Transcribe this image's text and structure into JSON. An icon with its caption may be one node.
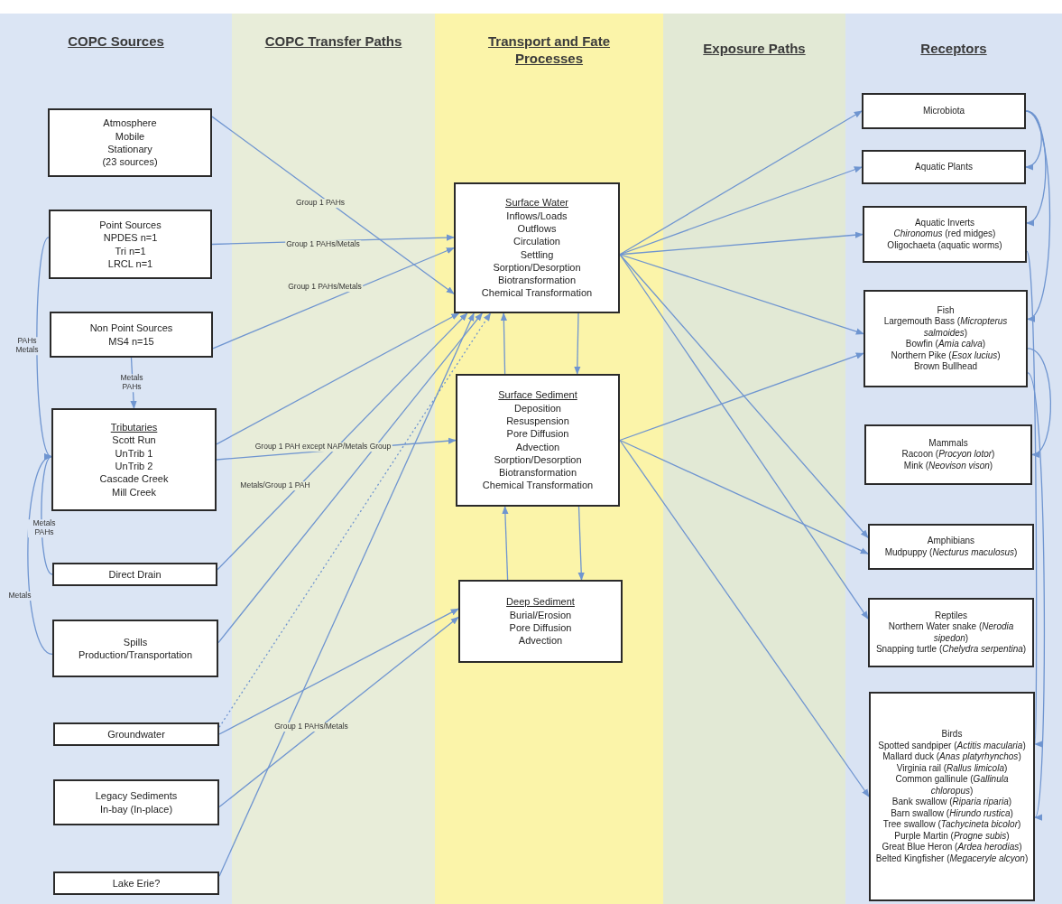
{
  "diagram": {
    "nodes": [
      {
        "text": [
          "Atmosphere",
          "Mobile",
          "Stationary",
          "(23 sources)"
        ]
      },
      {
        "text": [
          "Point Sources",
          "NPDES n=1",
          "Tri n=1",
          "LRCL n=1"
        ]
      },
      {
        "text": [
          "Non Point Sources",
          "MS4 n=15"
        ]
      },
      {
        "text": [
          "Tributaries",
          "Scott Run",
          "UnTrib 1",
          "UnTrib 2",
          "Cascade Creek",
          "Mill Creek"
        ]
      },
      {
        "text": [
          "Direct Drain"
        ]
      },
      {
        "text": [
          "Spills",
          "Production/Transportation"
        ]
      },
      {
        "text": [
          "Groundwater"
        ]
      },
      {
        "text": [
          "Legacy Sediments",
          "In-bay (In-place)"
        ]
      },
      {
        "text": [
          "Lake Erie?"
        ]
      },
      {
        "text": [
          "Surface Water",
          "Inflows/Loads",
          "Outflows",
          "Circulation",
          "Settling",
          "Sorption/Desorption",
          "Biotransformation",
          "Chemical Transformation"
        ]
      },
      {
        "text": [
          "Surface Sediment",
          "Deposition",
          "Resuspension",
          "Pore Diffusion",
          "Advection",
          "Sorption/Desorption",
          "Biotransformation",
          "Chemical Transformation"
        ]
      },
      {
        "text": [
          "Deep Sediment",
          "Burial/Erosion",
          "Pore Diffusion",
          "Advection"
        ]
      },
      {
        "text": [
          "Microbiota"
        ]
      },
      {
        "text": [
          "Aquatic Plants"
        ]
      },
      {
        "text": [
          "Aquatic Inverts",
          "*Chironomus* (red midges)",
          "Oligochaeta (aquatic worms)"
        ]
      },
      {
        "text": [
          "Fish",
          "Largemouth Bass (*Micropterus salmoides*)",
          "Bowfin (*Amia calva*)",
          "Northern Pike (*Esox lucius*)",
          "Brown Bullhead"
        ]
      },
      {
        "text": [
          "Mammals",
          "Racoon (*Procyon lotor*)",
          "Mink (*Neovison vison*)"
        ]
      },
      {
        "text": [
          "Amphibians",
          "Mudpuppy (*Necturus maculosus*)"
        ]
      },
      {
        "text": [
          "Reptiles",
          "Northern Water snake (*Nerodia sipedon*)",
          "Snapping turtle (*Chelydra serpentina*)"
        ]
      },
      {
        "text": [
          "Birds",
          "Spotted sandpiper (*Actitis macularia*)",
          "Mallard duck (*Anas platyrhynchos*)",
          "Virginia rail (*Rallus limicola*)",
          "Common gallinule (*Gallinula chloropus*)",
          "Bank swallow (*Riparia riparia*)",
          "Barn swallow (*Hirundo rustica*)",
          "Tree swallow (*Tachycineta bicolor*)",
          "Purple Martin (*Progne subis*)",
          "Great Blue Heron (*Ardea herodias*)",
          "Belted Kingfisher (*Megaceryle alcyon*)"
        ]
      }
    ],
    "edges": [
      {
        "from": 0,
        "to": 9,
        "arrow": "to",
        "label": "Group 1 PAHs"
      },
      {
        "from": 1,
        "to": 9,
        "arrow": "to",
        "label": "Group 1 PAHs/Metals"
      },
      {
        "from": 2,
        "to": 9,
        "arrow": "to",
        "label": "Group 1 PAHs/Metals"
      },
      {
        "from": 2,
        "to": 3,
        "arrow": "to",
        "label": "Metals PAHs"
      },
      {
        "from": 1,
        "to": 3,
        "arrow": "to",
        "label": "PAHs Metals"
      },
      {
        "from": 4,
        "to": 3,
        "arrow": "to",
        "label": "Metals PAHs"
      },
      {
        "from": 5,
        "to": 3,
        "arrow": "to",
        "label": "Metals"
      },
      {
        "from": 3,
        "to": 9,
        "arrow": "to"
      },
      {
        "from": 3,
        "to": 10,
        "arrow": "to",
        "label": "Group 1 PAH except NAP/Metals Group"
      },
      {
        "from": 4,
        "to": 9,
        "arrow": "to",
        "label": "Metals/Group 1 PAH"
      },
      {
        "from": 5,
        "to": 9,
        "arrow": "to"
      },
      {
        "from": 6,
        "to": 9,
        "arrow": "to",
        "style": "dashed"
      },
      {
        "from": 6,
        "to": 11,
        "arrow": "to"
      },
      {
        "from": 7,
        "to": 11,
        "arrow": "to",
        "label": "Group 1 PAHs/Metals"
      },
      {
        "from": 8,
        "to": 9,
        "arrow": "to"
      },
      {
        "from": 9,
        "to": 10,
        "arrow": "to"
      },
      {
        "from": 10,
        "to": 9,
        "arrow": "to"
      },
      {
        "from": 10,
        "to": 11,
        "arrow": "to"
      },
      {
        "from": 11,
        "to": 10,
        "arrow": "to"
      },
      {
        "from": 9,
        "to": 12,
        "arrow": "to"
      },
      {
        "from": 9,
        "to": 13,
        "arrow": "to"
      },
      {
        "from": 9,
        "to": 14,
        "arrow": "to"
      },
      {
        "from": 9,
        "to": 15,
        "arrow": "to"
      },
      {
        "from": 9,
        "to": 17,
        "arrow": "to"
      },
      {
        "from": 9,
        "to": 18,
        "arrow": "to"
      },
      {
        "from": 10,
        "to": 15,
        "arrow": "to"
      },
      {
        "from": 10,
        "to": 17,
        "arrow": "to"
      },
      {
        "from": 10,
        "to": 19,
        "arrow": "to"
      },
      {
        "from": 12,
        "to": 13,
        "arrow": "to"
      },
      {
        "from": 12,
        "to": 14,
        "arrow": "to"
      },
      {
        "from": 12,
        "to": 15,
        "arrow": "to"
      },
      {
        "from": 14,
        "to": 19,
        "arrow": "to"
      },
      {
        "from": 15,
        "to": 16,
        "arrow": "to"
      },
      {
        "from": 15,
        "to": 19,
        "arrow": "to"
      }
    ],
    "labels": [
      "COPC Sources",
      "COPC Transfer Paths",
      "Transport and Fate Processes",
      "Exposure Paths",
      "Receptors"
    ]
  }
}
